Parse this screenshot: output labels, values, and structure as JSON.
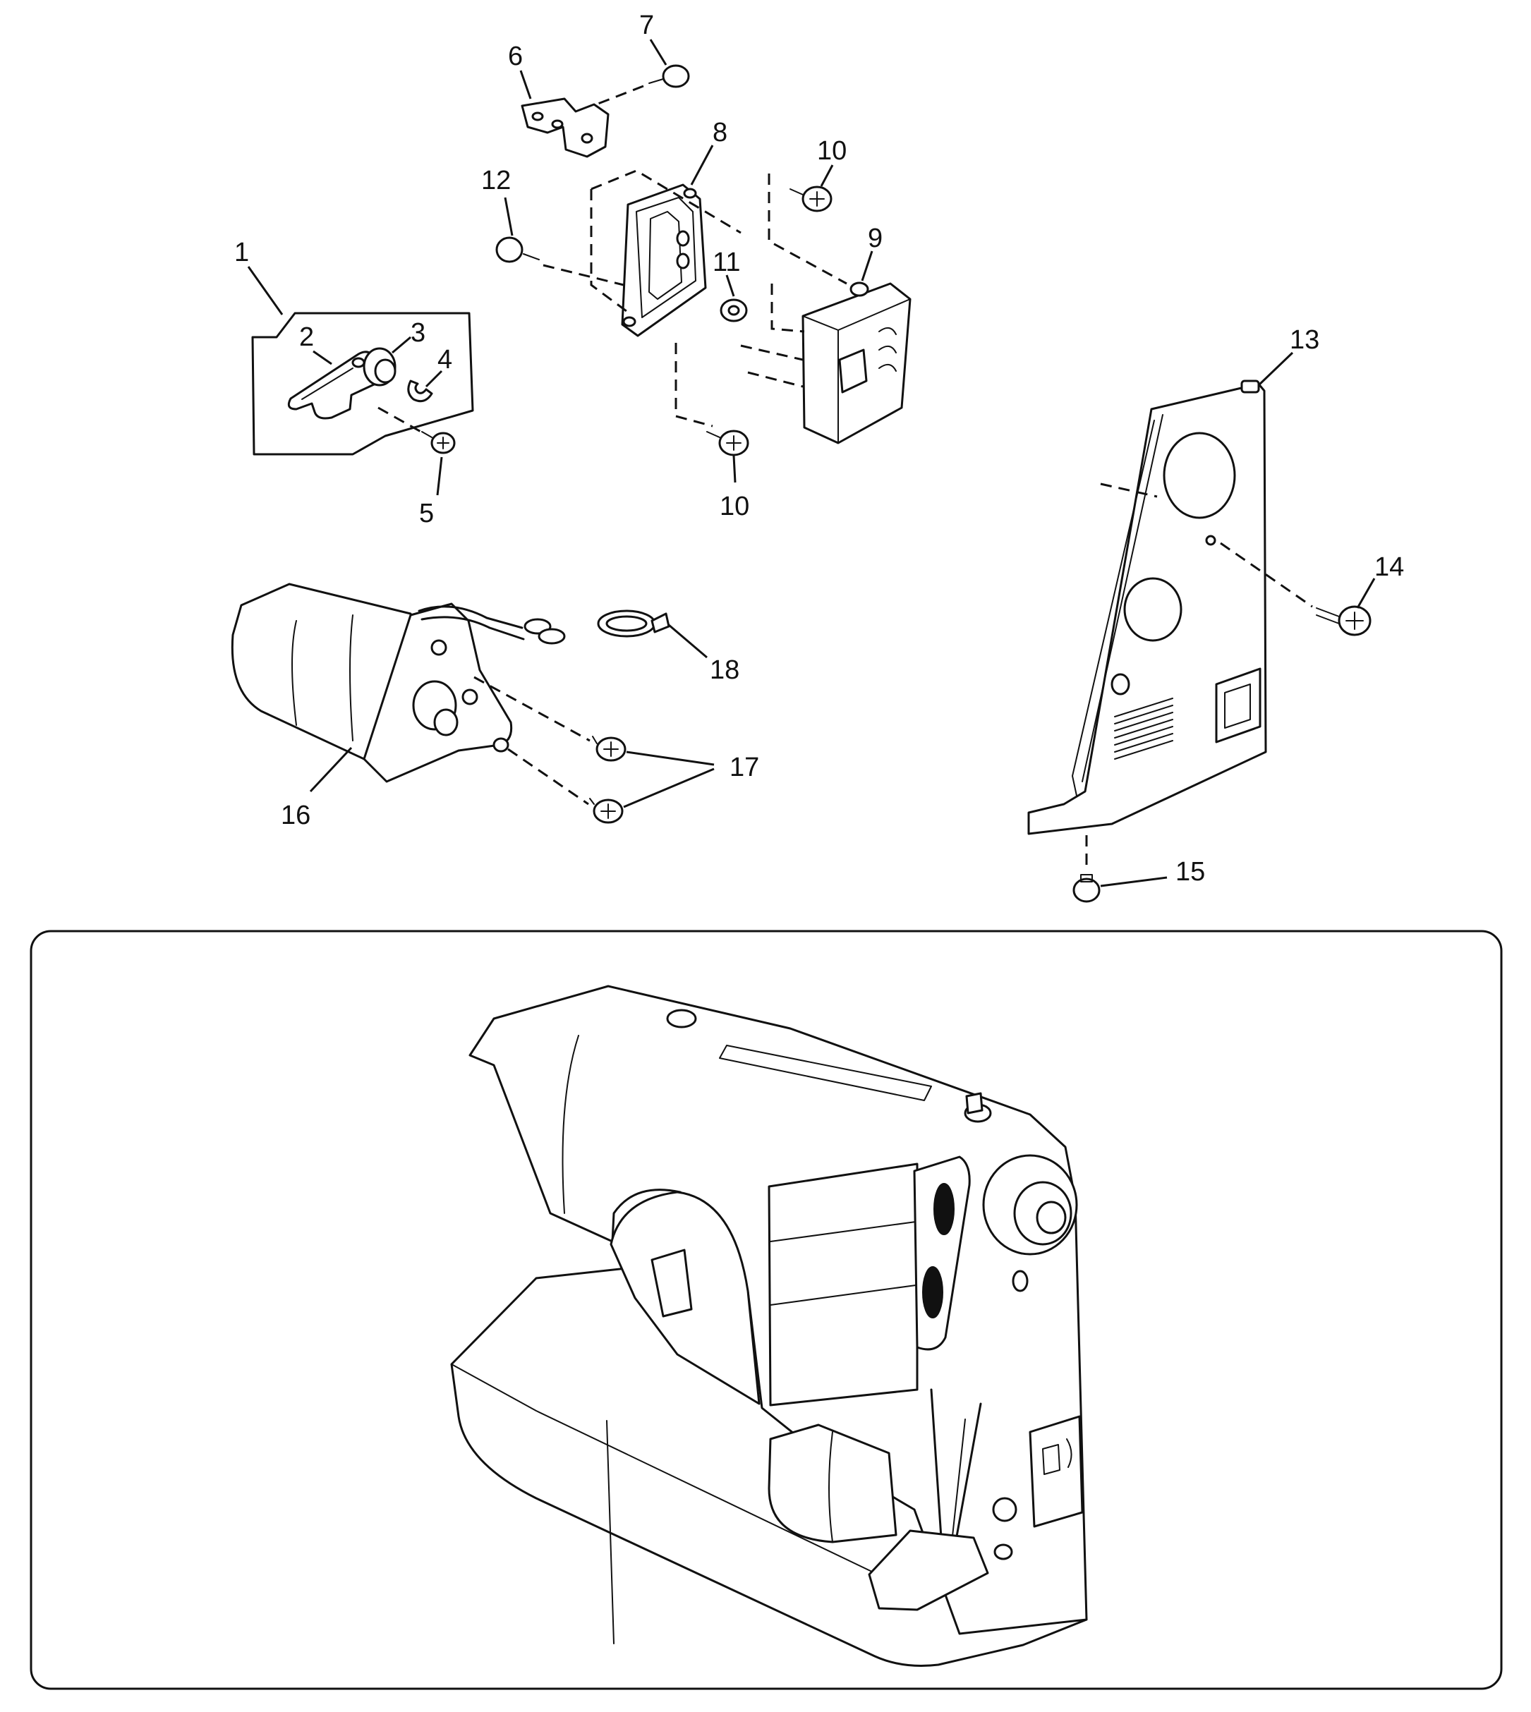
{
  "diagram": {
    "callouts": [
      {
        "id": "1",
        "label": "1"
      },
      {
        "id": "2",
        "label": "2"
      },
      {
        "id": "3",
        "label": "3"
      },
      {
        "id": "4",
        "label": "4"
      },
      {
        "id": "5",
        "label": "5"
      },
      {
        "id": "6",
        "label": "6"
      },
      {
        "id": "7",
        "label": "7"
      },
      {
        "id": "8",
        "label": "8"
      },
      {
        "id": "9",
        "label": "9"
      },
      {
        "id": "10a",
        "label": "10"
      },
      {
        "id": "10b",
        "label": "10"
      },
      {
        "id": "11",
        "label": "11"
      },
      {
        "id": "12",
        "label": "12"
      },
      {
        "id": "13",
        "label": "13"
      },
      {
        "id": "14",
        "label": "14"
      },
      {
        "id": "15",
        "label": "15"
      },
      {
        "id": "16",
        "label": "16"
      },
      {
        "id": "17",
        "label": "17"
      },
      {
        "id": "18",
        "label": "18"
      }
    ]
  }
}
